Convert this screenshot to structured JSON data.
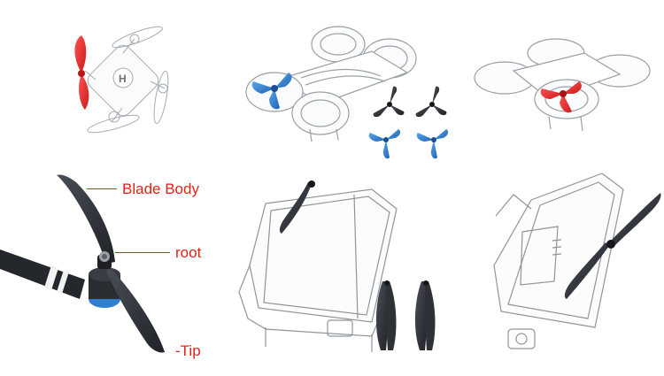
{
  "labels": {
    "blade_body": "Blade Body",
    "root": "root",
    "tip": "-Tip"
  },
  "colors": {
    "accent_red": "#e0231b",
    "propeller_red": "#e62a2a",
    "propeller_blue": "#2f7fd0",
    "propeller_light_blue": "#4da3e0",
    "propeller_black": "#2b2e33",
    "outline_gray": "#9aa0a6"
  },
  "panels": [
    {
      "id": "folding-mini-drone",
      "propeller_color": "red",
      "icon": "drone-outline-icon"
    },
    {
      "id": "ducted-mini-drone",
      "propeller_color": "blue",
      "icon": "drone-outline-icon"
    },
    {
      "id": "ducted-mini-drone-top",
      "propeller_color": "red",
      "icon": "drone-outline-icon"
    },
    {
      "id": "propeller-anatomy-closeup",
      "propeller_color": "black",
      "icon": "propeller-icon"
    },
    {
      "id": "folded-drone-front",
      "propeller_color": "black",
      "icon": "drone-outline-icon"
    },
    {
      "id": "folded-drone-rear",
      "propeller_color": "black",
      "icon": "drone-outline-icon"
    }
  ]
}
